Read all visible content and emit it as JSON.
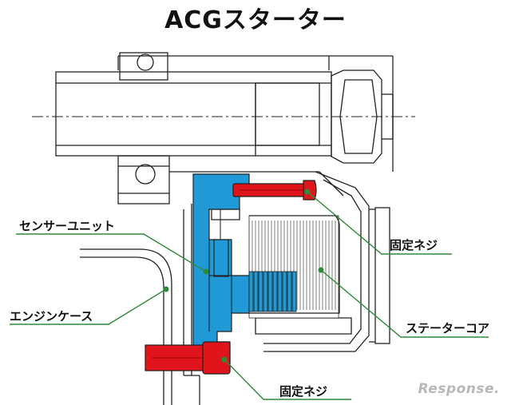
{
  "title": "ACGスターター",
  "labels": {
    "sensor_unit": "センサーユニット",
    "engine_case": "エンジンケース",
    "fixing_screw_top": "固定ネジ",
    "stator_core": "ステーターコア",
    "fixing_screw_bottom": "固定ネジ"
  },
  "watermark": "Response.",
  "colors": {
    "sensor_blue": "#1f9ad6",
    "screw_red": "#e0141b",
    "leader_green": "#2e8b3a",
    "line_dark": "#222222"
  }
}
